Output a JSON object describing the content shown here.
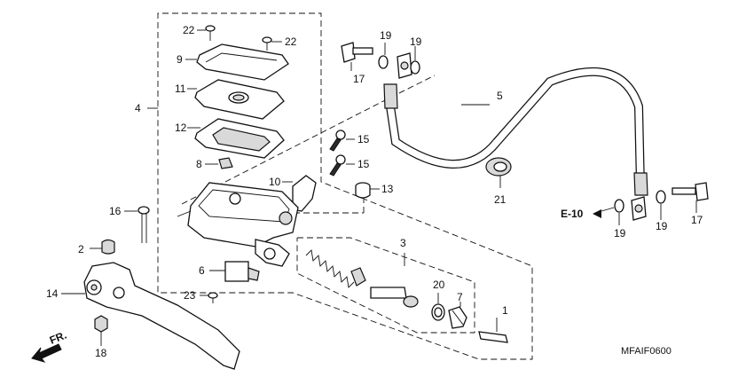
{
  "callouts": {
    "c1": "1",
    "c2": "2",
    "c3": "3",
    "c4": "4",
    "c5": "5",
    "c6": "6",
    "c7": "7",
    "c8": "8",
    "c9": "9",
    "c10": "10",
    "c11": "11",
    "c12": "12",
    "c13": "13",
    "c14": "14",
    "c15a": "15",
    "c15b": "15",
    "c16": "16",
    "c17a": "17",
    "c17b": "17",
    "c18": "18",
    "c19a": "19",
    "c19b": "19",
    "c19c": "19",
    "c19d": "19",
    "c20": "20",
    "c21": "21",
    "c22a": "22",
    "c22b": "22",
    "c23": "23"
  },
  "ref_label": "E-10",
  "direction_label": "FR.",
  "diagram_code": "MFAIF0600"
}
